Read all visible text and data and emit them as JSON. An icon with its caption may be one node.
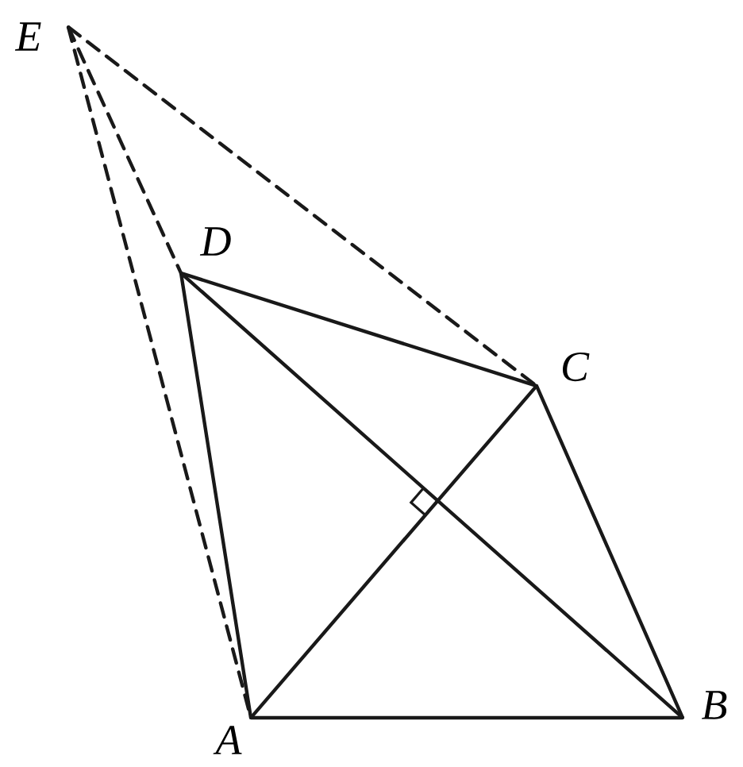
{
  "diagram": {
    "nodes": [
      {
        "text": [
          "E"
        ]
      },
      {
        "text": [
          "D"
        ]
      },
      {
        "text": [
          "C"
        ]
      },
      {
        "text": [
          "A"
        ]
      },
      {
        "text": [
          "B"
        ]
      }
    ],
    "edges": [
      {
        "from": 3,
        "to": 4,
        "arrow": "none"
      },
      {
        "from": 4,
        "to": 2,
        "arrow": "none"
      },
      {
        "from": 2,
        "to": 1,
        "arrow": "none"
      },
      {
        "from": 1,
        "to": 3,
        "arrow": "none"
      },
      {
        "from": 3,
        "to": 2,
        "arrow": "none"
      },
      {
        "from": 4,
        "to": 1,
        "arrow": "none"
      },
      {
        "from": 0,
        "to": 3,
        "arrow": "none",
        "style": "dashed"
      },
      {
        "from": 0,
        "to": 1,
        "arrow": "none",
        "style": "dashed"
      },
      {
        "from": 0,
        "to": 2,
        "arrow": "none",
        "style": "dashed"
      }
    ]
  }
}
